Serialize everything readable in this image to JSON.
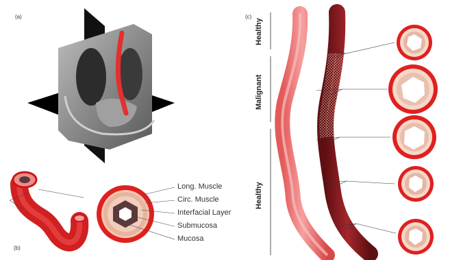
{
  "panels": {
    "a": "(a)",
    "b": "(b)",
    "c": "(c)"
  },
  "layers": [
    "Long. Muscle",
    "Circ. Muscle",
    "Interfacial Layer",
    "Submucosa",
    "Mucosa"
  ],
  "regions": {
    "top": "Healthy",
    "middle": "Malignant",
    "bottom": "Healthy"
  },
  "colors": {
    "muscle": "#e02020",
    "healthy_tube": "#f07070",
    "malignant_tube": "#8e1a1f",
    "mucosa": "#5a3a3a",
    "ct_dark": "#000000"
  }
}
